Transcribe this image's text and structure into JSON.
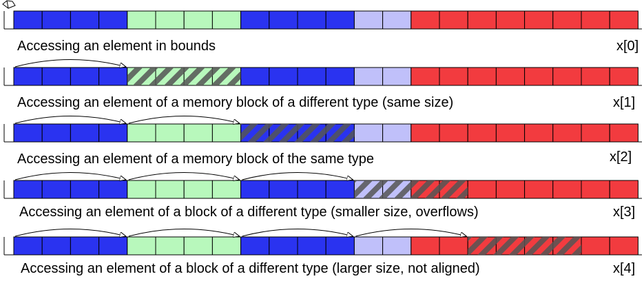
{
  "colors": {
    "blue": "#2a33f0",
    "green": "#b8f8bc",
    "lavender": "#c0c0fa",
    "red": "#f23b3f",
    "hatch": "#555555",
    "grid": "#000000"
  },
  "memory": {
    "cells": [
      "blue",
      "blue",
      "blue",
      "blue",
      "green",
      "green",
      "green",
      "green",
      "blue",
      "blue",
      "blue",
      "blue",
      "lavender",
      "lavender",
      "red",
      "red",
      "red",
      "red",
      "red",
      "red",
      "red",
      "red"
    ]
  },
  "rows": [
    {
      "caption": "Accessing an element in bounds",
      "label": "x[0]",
      "arrows": 0,
      "hatch_from": null,
      "hatch_to": null
    },
    {
      "caption": "Accessing an element of a memory block of a different type (same size)",
      "label": "x[1]",
      "arrows": 1,
      "hatch_from": 4,
      "hatch_to": 8
    },
    {
      "caption": "Accessing an element of a memory block of the same type",
      "label": "x[2]",
      "arrows": 2,
      "hatch_from": 8,
      "hatch_to": 12
    },
    {
      "caption": "Accessing an element of a block of a different type (smaller size, overflows)",
      "label": "x[3]",
      "arrows": 3,
      "hatch_from": 12,
      "hatch_to": 16
    },
    {
      "caption": "Accessing an element of a block of a different type (larger size, not aligned)",
      "label": "x[4]",
      "arrows": 4,
      "hatch_from": 16,
      "hatch_to": 20
    }
  ]
}
